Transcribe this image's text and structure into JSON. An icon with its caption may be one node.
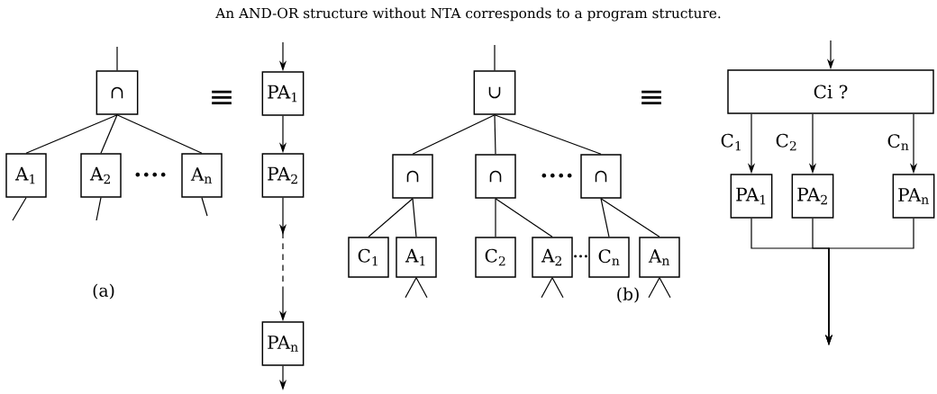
{
  "diagram": {
    "title": "An AND-OR structure without NTA corresponds to a program structure.",
    "nodes": [
      {
        "text": [
          "∩"
        ]
      },
      {
        "text": [
          "A$_{1}$"
        ]
      },
      {
        "text": [
          "A$_{2}$"
        ]
      },
      {
        "text": [
          "A$_{n}$"
        ]
      },
      {
        "text": [
          "PA$_{1}$"
        ]
      },
      {
        "text": [
          "PA$_{2}$"
        ]
      },
      {
        "text": [
          "PA$_{n}$"
        ]
      },
      {
        "text": [
          "∪"
        ]
      },
      {
        "text": [
          "∩"
        ]
      },
      {
        "text": [
          "∩"
        ]
      },
      {
        "text": [
          "∩"
        ]
      },
      {
        "text": [
          "C$_{1}$"
        ]
      },
      {
        "text": [
          "A$_{1}$"
        ]
      },
      {
        "text": [
          "C$_{2}$"
        ]
      },
      {
        "text": [
          "A$_{2}$"
        ]
      },
      {
        "text": [
          "C$_{n}$"
        ]
      },
      {
        "text": [
          "A$_{n}$"
        ]
      },
      {
        "text": [
          "Ci ?"
        ]
      },
      {
        "text": [
          "PA$_{1}$"
        ]
      },
      {
        "text": [
          "PA$_{2}$"
        ]
      },
      {
        "text": [
          "PA$_{n}$"
        ]
      }
    ],
    "edges": [
      {
        "from": null,
        "to": 0,
        "arrow": "none"
      },
      {
        "from": 0,
        "to": 1,
        "arrow": "none"
      },
      {
        "from": 0,
        "to": 2,
        "arrow": "none"
      },
      {
        "from": 0,
        "to": 3,
        "arrow": "none"
      },
      {
        "from": 1,
        "to": null,
        "arrow": "none"
      },
      {
        "from": 2,
        "to": null,
        "arrow": "none"
      },
      {
        "from": 3,
        "to": null,
        "arrow": "none"
      },
      {
        "from": null,
        "to": 4,
        "arrow": "to"
      },
      {
        "from": 4,
        "to": 5,
        "arrow": "to"
      },
      {
        "from": 5,
        "to": 6,
        "arrow": "to",
        "style": "dashed"
      },
      {
        "from": 6,
        "to": null,
        "arrow": "to"
      },
      {
        "from": null,
        "to": 7,
        "arrow": "none"
      },
      {
        "from": 7,
        "to": 8,
        "arrow": "none"
      },
      {
        "from": 7,
        "to": 9,
        "arrow": "none"
      },
      {
        "from": 7,
        "to": 10,
        "arrow": "none"
      },
      {
        "from": 8,
        "to": 11,
        "arrow": "none"
      },
      {
        "from": 8,
        "to": 12,
        "arrow": "none"
      },
      {
        "from": 9,
        "to": 13,
        "arrow": "none"
      },
      {
        "from": 9,
        "to": 14,
        "arrow": "none"
      },
      {
        "from": 10,
        "to": 15,
        "arrow": "none"
      },
      {
        "from": 10,
        "to": 16,
        "arrow": "none"
      },
      {
        "from": 12,
        "to": null,
        "arrow": "none"
      },
      {
        "from": 12,
        "to": null,
        "arrow": "none"
      },
      {
        "from": 14,
        "to": null,
        "arrow": "none"
      },
      {
        "from": 14,
        "to": null,
        "arrow": "none"
      },
      {
        "from": 16,
        "to": null,
        "arrow": "none"
      },
      {
        "from": 16,
        "to": null,
        "arrow": "none"
      },
      {
        "from": null,
        "to": 17,
        "arrow": "to"
      },
      {
        "from": 17,
        "to": 18,
        "arrow": "to",
        "label": "C$_{1}$"
      },
      {
        "from": 17,
        "to": 19,
        "arrow": "to",
        "label": "C$_{2}$"
      },
      {
        "from": 17,
        "to": 20,
        "arrow": "to",
        "label": "C$_{n}$"
      },
      {
        "from": 18,
        "to": null,
        "arrow": "to"
      },
      {
        "from": 19,
        "to": null,
        "arrow": "to"
      },
      {
        "from": 20,
        "to": null,
        "arrow": "to"
      }
    ],
    "labels": [
      "≡",
      "≡",
      "••••",
      "••••",
      "•••",
      "(a)",
      "(b)"
    ]
  }
}
